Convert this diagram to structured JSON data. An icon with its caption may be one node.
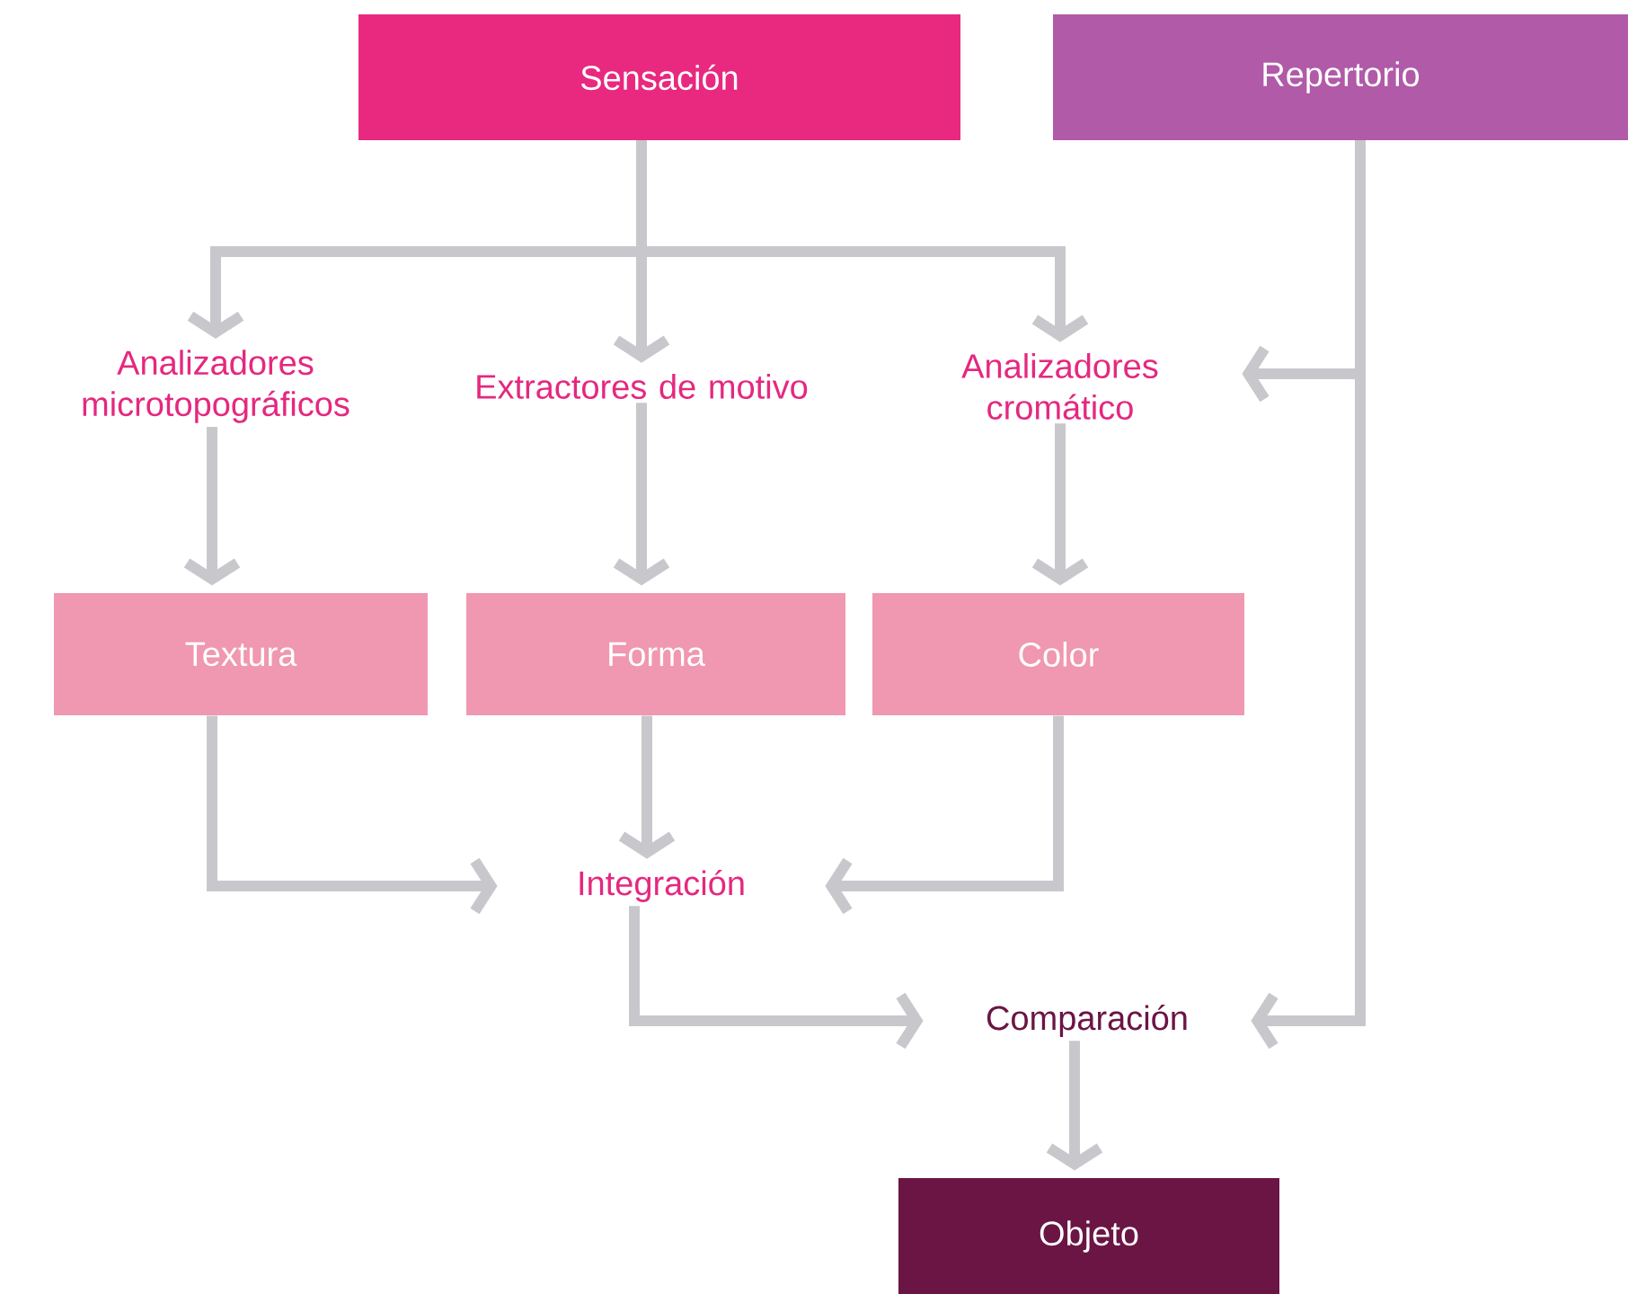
{
  "diagram": {
    "nodes": [
      {
        "text": [
          "Sensación"
        ]
      },
      {
        "text": [
          "Repertorio"
        ]
      },
      {
        "text": [
          "Analizadores microtopográficos"
        ]
      },
      {
        "text": [
          "Extractores de motivo"
        ]
      },
      {
        "text": [
          "Analizadores cromático"
        ]
      },
      {
        "text": [
          "Textura"
        ]
      },
      {
        "text": [
          "Forma"
        ]
      },
      {
        "text": [
          "Color"
        ]
      },
      {
        "text": [
          "Integración"
        ]
      },
      {
        "text": [
          "Comparación"
        ]
      },
      {
        "text": [
          "Objeto"
        ]
      }
    ],
    "edges": [
      {
        "from": 0,
        "to": 2,
        "arrow": "to"
      },
      {
        "from": 0,
        "to": 3,
        "arrow": "to"
      },
      {
        "from": 0,
        "to": 4,
        "arrow": "to"
      },
      {
        "from": 1,
        "to": 4,
        "arrow": "to"
      },
      {
        "from": 1,
        "to": 9,
        "arrow": "to"
      },
      {
        "from": 2,
        "to": 5,
        "arrow": "to"
      },
      {
        "from": 3,
        "to": 6,
        "arrow": "to"
      },
      {
        "from": 4,
        "to": 7,
        "arrow": "to"
      },
      {
        "from": 5,
        "to": 8,
        "arrow": "to"
      },
      {
        "from": 6,
        "to": 8,
        "arrow": "to"
      },
      {
        "from": 7,
        "to": 8,
        "arrow": "to"
      },
      {
        "from": 8,
        "to": 9,
        "arrow": "to"
      },
      {
        "from": 9,
        "to": 10,
        "arrow": "to"
      }
    ]
  }
}
